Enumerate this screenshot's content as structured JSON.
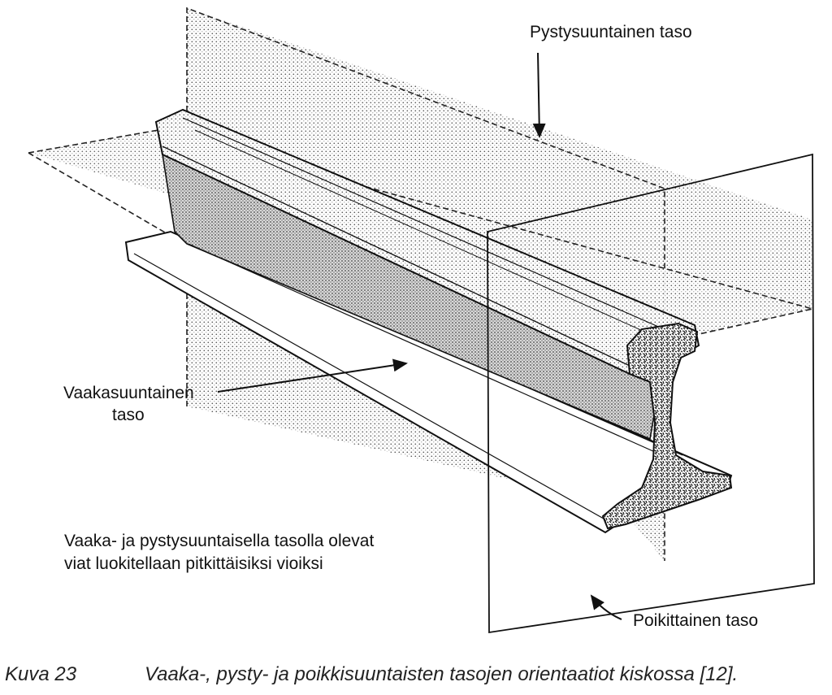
{
  "labels": {
    "vertical_plane": "Pystysuuntainen taso",
    "horizontal_plane_line1": "Vaakasuuntainen",
    "horizontal_plane_line2": "taso",
    "note_line1": "Vaaka- ja pystysuuntaisella tasolla olevat",
    "note_line2": "viat luokitellaan pitkittäisiksi vioiksi",
    "transverse_plane": "Poikittainen taso"
  },
  "caption": {
    "number": "Kuva 23",
    "text": "Vaaka-, pysty- ja poikkisuuntaisten tasojen orientaatiot kiskossa [12]."
  }
}
